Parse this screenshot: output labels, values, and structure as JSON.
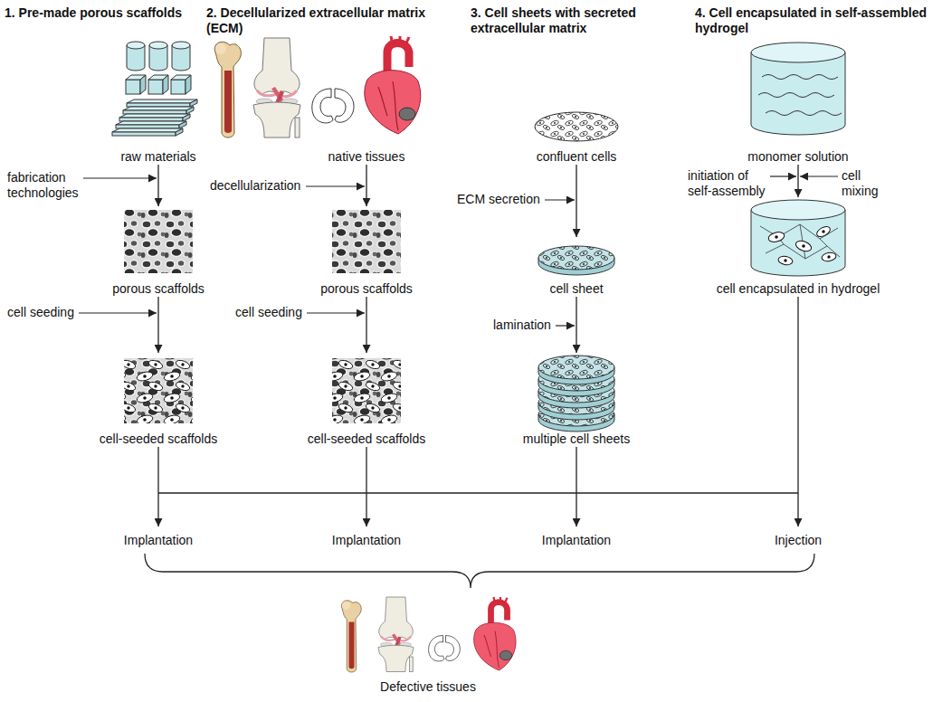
{
  "diagram": {
    "nodes": [
      {
        "text": [
          "raw materials"
        ]
      },
      {
        "text": [
          "porous scaffolds"
        ]
      },
      {
        "text": [
          "cell-seeded scaffolds"
        ]
      },
      {
        "text": [
          "native tissues"
        ]
      },
      {
        "text": [
          "porous scaffolds"
        ]
      },
      {
        "text": [
          "cell-seeded scaffolds"
        ]
      },
      {
        "text": [
          "confluent cells"
        ]
      },
      {
        "text": [
          "cell sheet"
        ]
      },
      {
        "text": [
          "multiple cell sheets"
        ]
      },
      {
        "text": [
          "monomer solution"
        ]
      },
      {
        "text": [
          "cell encapsulated in hydrogel"
        ]
      },
      {
        "text": [
          "Implantation"
        ]
      },
      {
        "text": [
          "Implantation"
        ]
      },
      {
        "text": [
          "Implantation"
        ]
      },
      {
        "text": [
          "Injection"
        ]
      },
      {
        "text": [
          "Defective tissues"
        ]
      }
    ],
    "edges": [
      {
        "from": 0,
        "to": 1,
        "arrow": "to",
        "label": "fabrication technologies"
      },
      {
        "from": 1,
        "to": 2,
        "arrow": "to",
        "label": "cell seeding"
      },
      {
        "from": 3,
        "to": 4,
        "arrow": "to",
        "label": "decellularization"
      },
      {
        "from": 4,
        "to": 5,
        "arrow": "to",
        "label": "cell seeding"
      },
      {
        "from": 6,
        "to": 7,
        "arrow": "to",
        "label": "ECM secretion"
      },
      {
        "from": 7,
        "to": 8,
        "arrow": "to",
        "label": "lamination"
      },
      {
        "from": 9,
        "to": 10,
        "arrow": "to",
        "label": "initiation of self-assembly"
      },
      {
        "from": 2,
        "to": 11,
        "arrow": "to"
      },
      {
        "from": 5,
        "to": 12,
        "arrow": "to"
      },
      {
        "from": 8,
        "to": 13,
        "arrow": "to"
      },
      {
        "from": 10,
        "to": 14,
        "arrow": "to"
      }
    ],
    "labels": [
      "1. Pre-made porous scaffolds",
      "2. Decellularized extracellular matrix (ECM)",
      "3. Cell sheets with secreted extracellular matrix",
      "4. Cell encapsulated in self-assembled hydrogel",
      "cell mixing"
    ]
  }
}
